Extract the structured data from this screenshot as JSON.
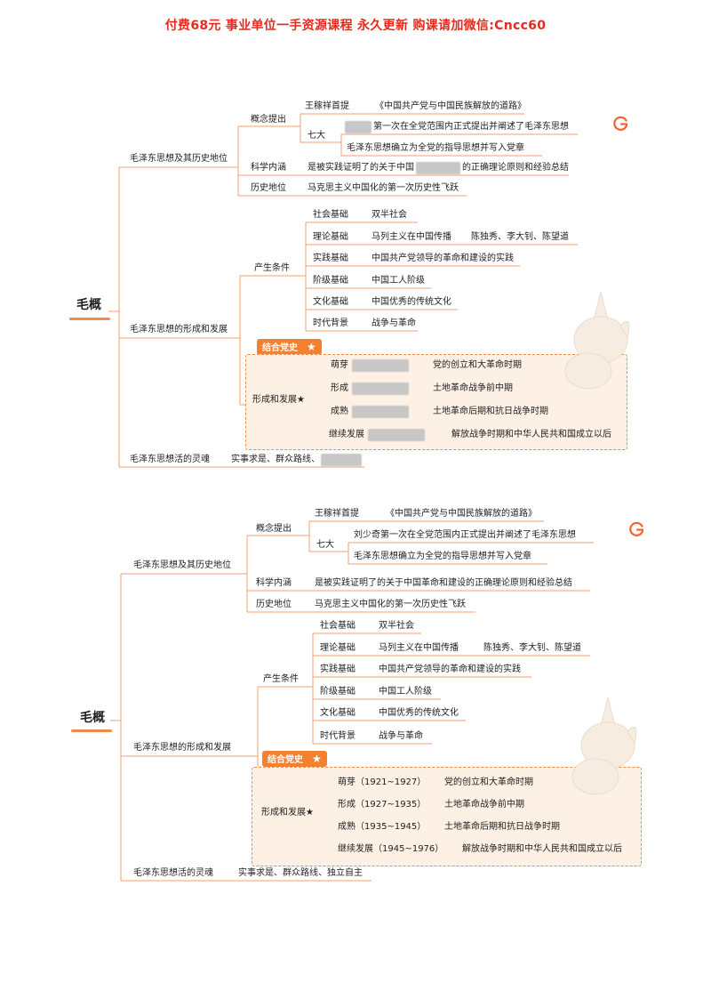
{
  "header": "付费68元 事业单位一手资源课程 永久更新 购课请加微信:Cncc60",
  "maps": [
    {
      "root": "毛概",
      "b1": {
        "label": "毛泽东思想及其历史地位",
        "concept": {
          "label": "概念提出",
          "wang_label": "王稼祥首提",
          "wang_value": "《中国共产党与中国民族解放的道路》",
          "seven_label": "七大",
          "seven_1": "第一次在全党范围内正式提出并阐述了毛泽东思想",
          "seven_2": "毛泽东思想确立为全党的指导思想并写入党章"
        },
        "science": {
          "label": "科学内涵",
          "pre": "是被实践证明了的关于中国",
          "post": "的正确理论原则和经验总结"
        },
        "history": {
          "label": "历史地位",
          "value": "马克思主义中国化的第一次历史性飞跃"
        }
      },
      "b2": {
        "label": "毛泽东思想的形成和发展",
        "conditions": {
          "label": "产生条件",
          "items": [
            {
              "label": "社会基础",
              "value": "双半社会",
              "extra": ""
            },
            {
              "label": "理论基础",
              "value": "马列主义在中国传播",
              "extra": "陈独秀、李大钊、陈望道"
            },
            {
              "label": "实践基础",
              "value": "中国共产党领导的革命和建设的实践",
              "extra": ""
            },
            {
              "label": "阶级基础",
              "value": "中国工人阶级",
              "extra": ""
            },
            {
              "label": "文化基础",
              "value": "中国优秀的传统文化",
              "extra": ""
            },
            {
              "label": "时代背景",
              "value": "战争与革命",
              "extra": ""
            }
          ]
        },
        "badge": "结合党史",
        "badge_star": "★",
        "formation": {
          "label": "形成和发展★",
          "items": [
            {
              "label": "萌芽",
              "value": "党的创立和大革命时期"
            },
            {
              "label": "形成",
              "value": "土地革命战争前中期"
            },
            {
              "label": "成熟",
              "value": "土地革命后期和抗日战争时期"
            },
            {
              "label": "继续发展",
              "value": "解放战争时期和中华人民共和国成立以后"
            }
          ]
        }
      },
      "b3": {
        "label": "毛泽东思想活的灵魂",
        "value": "实事求是、群众路线、"
      }
    },
    {
      "root": "毛概",
      "b1": {
        "label": "毛泽东思想及其历史地位",
        "concept": {
          "label": "概念提出",
          "wang_label": "王稼祥首提",
          "wang_value": "《中国共产党与中国民族解放的道路》",
          "seven_label": "七大",
          "seven_1": "刘少奇第一次在全党范围内正式提出并阐述了毛泽东思想",
          "seven_2": "毛泽东思想确立为全党的指导思想并写入党章"
        },
        "science": {
          "label": "科学内涵",
          "value": "是被实践证明了的关于中国革命和建设的正确理论原则和经验总结"
        },
        "history": {
          "label": "历史地位",
          "value": "马克思主义中国化的第一次历史性飞跃"
        }
      },
      "b2": {
        "label": "毛泽东思想的形成和发展",
        "conditions": {
          "label": "产生条件",
          "items": [
            {
              "label": "社会基础",
              "value": "双半社会",
              "extra": ""
            },
            {
              "label": "理论基础",
              "value": "马列主义在中国传播",
              "extra": "陈独秀、李大钊、陈望道"
            },
            {
              "label": "实践基础",
              "value": "中国共产党领导的革命和建设的实践",
              "extra": ""
            },
            {
              "label": "阶级基础",
              "value": "中国工人阶级",
              "extra": ""
            },
            {
              "label": "文化基础",
              "value": "中国优秀的传统文化",
              "extra": ""
            },
            {
              "label": "时代背景",
              "value": "战争与革命",
              "extra": ""
            }
          ]
        },
        "badge": "结合党史",
        "badge_star": "★",
        "formation": {
          "label": "形成和发展★",
          "items": [
            {
              "label": "萌芽（1921~1927）",
              "value": "党的创立和大革命时期"
            },
            {
              "label": "形成（1927~1935）",
              "value": "土地革命战争前中期"
            },
            {
              "label": "成熟（1935~1945）",
              "value": "土地革命后期和抗日战争时期"
            },
            {
              "label": "继续发展（1945~1976）",
              "value": "解放战争时期和中华人民共和国成立以后"
            }
          ]
        }
      },
      "b3": {
        "label": "毛泽东思想活的灵魂",
        "value": "实事求是、群众路线、独立自主"
      }
    }
  ],
  "colors": {
    "header": "#e8291c",
    "accent": "#f08a4a",
    "badge": "#f3812f",
    "box_fill": "#fdf0e4",
    "line": "#f0a070"
  },
  "icons": [
    "brand-logo-icon",
    "unicorn-decoration"
  ]
}
